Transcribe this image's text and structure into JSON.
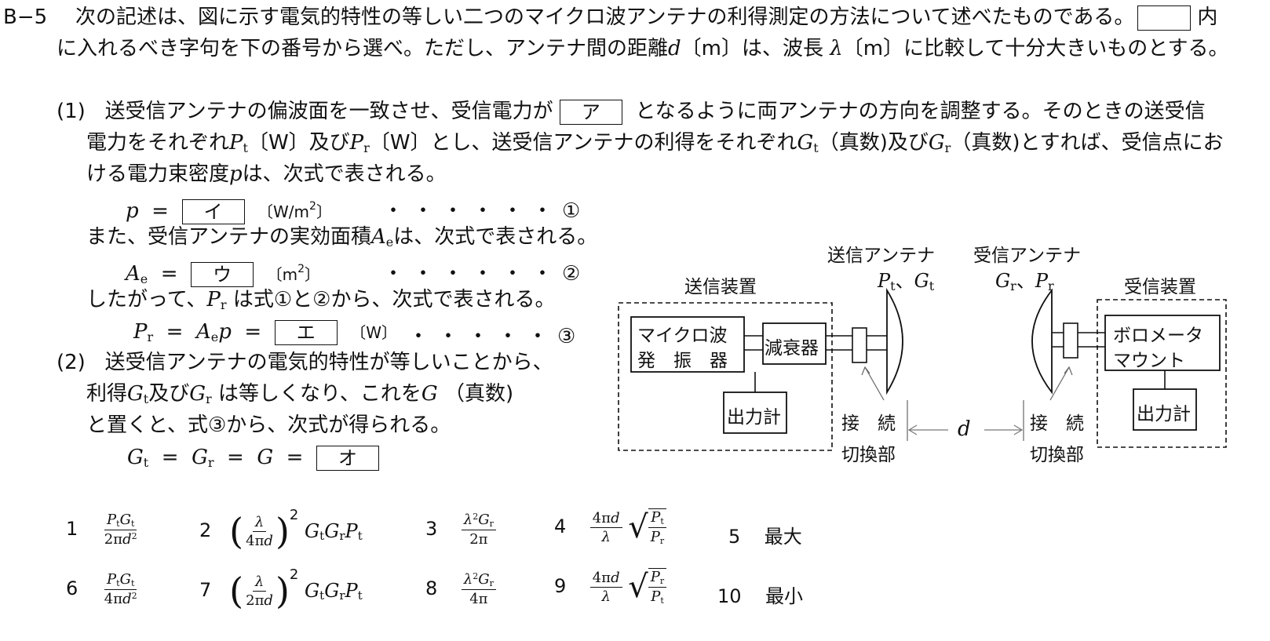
{
  "problem": {
    "number": "B−5",
    "line1": "次の記述は、図に示す電気的特性の等しい二つのマイクロ波アンテナの利得測定の方法について述べたものである。",
    "line1_end": "内",
    "line2": "に入れるべき字句を下の番号から選べ。ただし、アンテナ間の距離",
    "line2_d": "d",
    "line2_mid": "〔m〕は、波長",
    "line2_lambda": "λ",
    "line2_end": "〔m〕に比較して十分大きいものとする。"
  },
  "part1": {
    "label": "(1)",
    "text1a": "送受信アンテナの偏波面を一致させ、受信電力が",
    "blank_a": "ア",
    "text1b": "となるように両アンテナの方向を調整する。そのときの送受信",
    "text2a": "電力をそれぞれ",
    "text2b": "〔W〕及び",
    "text2c": "〔W〕とし、送受信アンテナの利得をそれぞれ",
    "text2d": "（真数)及び",
    "text2e": "（真数)とすれば、受信点にお",
    "text3a": "ける電力束密度",
    "text3b": "は、次式で表される。",
    "eq1_unit": "〔W/m",
    "eq1_unit_sup": "2",
    "eq1_unit_end": "〕",
    "blank_i": "イ",
    "eq1_mark": "①",
    "text4": "また、受信アンテナの実効面積",
    "text4b": "は、次式で表される。",
    "blank_u": "ウ",
    "eq2_unit": "〔m",
    "eq2_unit_sup": "2",
    "eq2_unit_end": "〕",
    "eq2_mark": "②",
    "text5a": "したがって、",
    "text5b": "は式①と②から、次式で表される。",
    "blank_e": "エ",
    "eq3_unit": "〔W〕",
    "eq3_mark": "③"
  },
  "part2": {
    "label": "(2)",
    "text1": "送受信アンテナの電気的特性が等しいことから、",
    "text2a": "利得",
    "text2b": "及び",
    "text2c": "は等しくなり、これを",
    "text2d": "（真数)",
    "text3": "と置くと、式③から、次式が得られる。",
    "blank_o": "オ"
  },
  "diagram": {
    "tx_antenna": "送信アンテナ",
    "rx_antenna": "受信アンテナ",
    "tx_device": "送信装置",
    "rx_device": "受信装置",
    "oscillator_line1": "マイクロ波",
    "oscillator_line2": "発　振　器",
    "attenuator": "減衰器",
    "power_meter": "出力計",
    "bolometer_line1": "ボロメータ",
    "bolometer_line2": "マウント",
    "switch_line1": "接　続",
    "switch_line2": "切換部",
    "distance": "d",
    "tx_params": "Pt、Gt",
    "rx_params": "Gr、Pr"
  },
  "choices": [
    {
      "num": "1",
      "type": "fraction"
    },
    {
      "num": "2",
      "type": "expr"
    },
    {
      "num": "3",
      "type": "fraction"
    },
    {
      "num": "4",
      "type": "expr"
    },
    {
      "num": "5",
      "text": "最大"
    },
    {
      "num": "6",
      "type": "fraction"
    },
    {
      "num": "7",
      "type": "expr"
    },
    {
      "num": "8",
      "type": "fraction"
    },
    {
      "num": "9",
      "type": "expr"
    },
    {
      "num": "10",
      "text": "最小"
    }
  ]
}
